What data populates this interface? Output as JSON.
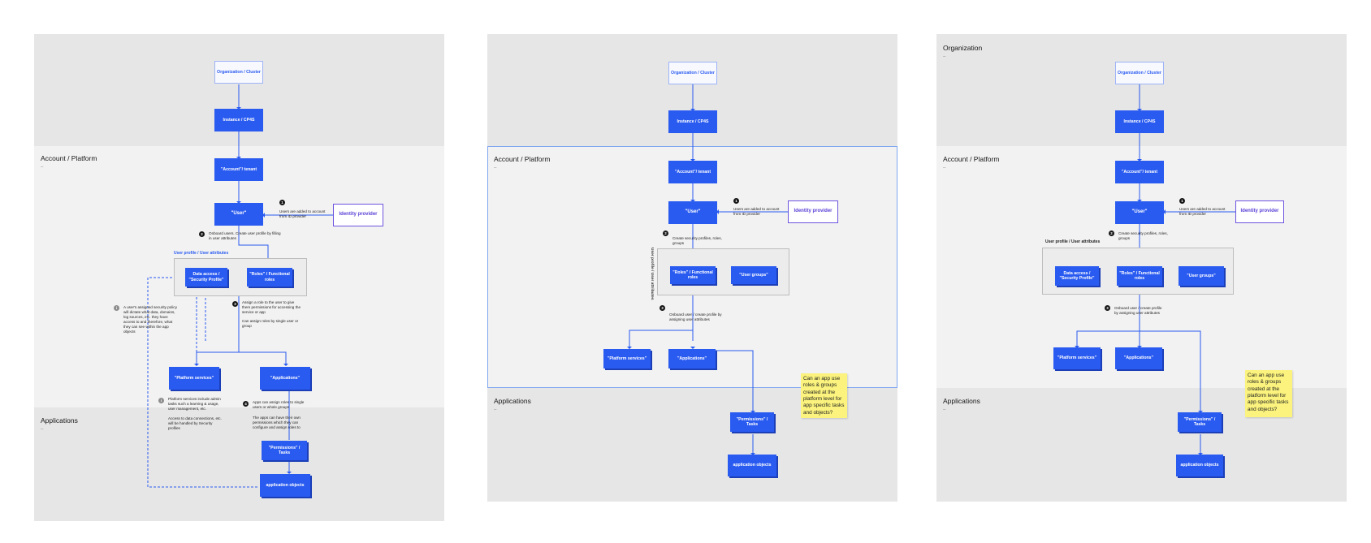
{
  "sections": {
    "organization": "Organization",
    "account": "Account / Platform",
    "applications": "Applications",
    "placeholder": "–"
  },
  "nodes": {
    "org": "Organization / Cluster",
    "instance": "Instance / CP4S",
    "account": "\"Account\"/ tenant",
    "user": "\"User\"",
    "idp": "Identity provider",
    "data_access": "Data access / \"Security Profile\"",
    "roles": "\"Roles\" / Functional roles",
    "user_groups": "\"User groups\"",
    "platform_services": "\"Platform services\"",
    "applications": "\"Applications\"",
    "permissions": "\"Permissions\" / Tasks",
    "app_objects": "application objects"
  },
  "notes": {
    "users_added": "Users are added to account from ID provider",
    "onboard_users": "Onboard users. Create user profile by filling in user attributes",
    "assign_role": "Assign a role to the user to give them permissions for accessing the service or app",
    "assign_single": "Can assign roles by single user or group",
    "security_policy": "A user's assigned security policy will dictate what data, domains, log sources, etc. they have access to and therefore, what they can see within the app objects",
    "platform_admin": "Platform services include admin tasks such a learning & usage, user management, etc.",
    "data_connections": "Access to data connections, etc. will be handled by Security profiles",
    "apps_assign": "Apps can assign roles to single users or whole groups",
    "apps_permissions": "The apps can have their own permissions which they can configure and assign roles to",
    "create_profiles": "Create security profiles, roles, groups",
    "onboard_assign": "Onboard user / create profile by assigning user attributes"
  },
  "labels": {
    "user_profile": "User profile / User attributes",
    "user_profile_v": "User profile / User attributes"
  },
  "steps": {
    "one": "1",
    "two": "2",
    "three": "3",
    "four": "4",
    "info": "i"
  },
  "sticky": "Can an app use roles & groups created at the platform level for app specific tasks and objects?",
  "colors": {
    "node": "#2a5bf0",
    "idp": "#6f54e0",
    "sticky": "#fbf37d",
    "highlight": "#7fa7f0"
  }
}
